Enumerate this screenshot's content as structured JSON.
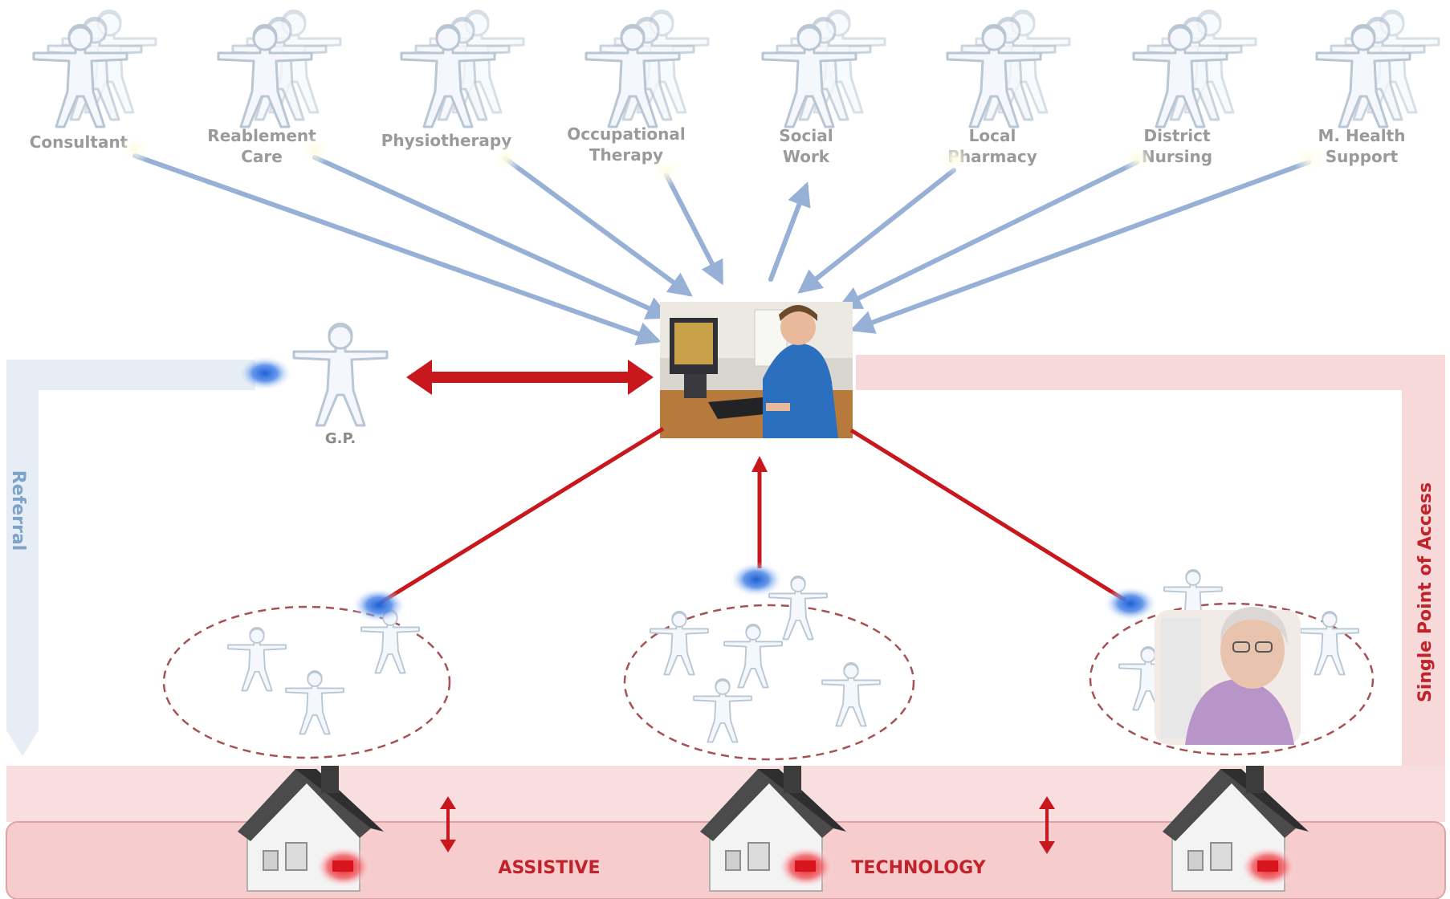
{
  "diagram": {
    "professionals": [
      {
        "line1": "Consultant",
        "line2": ""
      },
      {
        "line1": "Reablement",
        "line2": "Care"
      },
      {
        "line1": "Physiotherapy",
        "line2": ""
      },
      {
        "line1": "Occupational",
        "line2": "Therapy"
      },
      {
        "line1": "Social",
        "line2": "Work"
      },
      {
        "line1": "Local",
        "line2": "Pharmacy"
      },
      {
        "line1": "District",
        "line2": "Nursing"
      },
      {
        "line1": "M. Health",
        "line2": "Support"
      }
    ],
    "gp_label": "G.P.",
    "referral_label": "Referral",
    "spa_label": "Single Point of Access",
    "assistive_label": "ASSISTIVE",
    "technology_label": "TECHNOLOGY"
  },
  "colors": {
    "red_arrow": "#c8171d",
    "blue_arrow": "#97b0d6",
    "referral_band": "#e6edf5",
    "referral_text": "#7ea3c8",
    "spa_band": "#f7d9d9",
    "spa_text": "#c0232a",
    "tech_bar": "#f6cccd",
    "tech_text": "#c0232a",
    "node_glow": "#2e6fd8"
  }
}
